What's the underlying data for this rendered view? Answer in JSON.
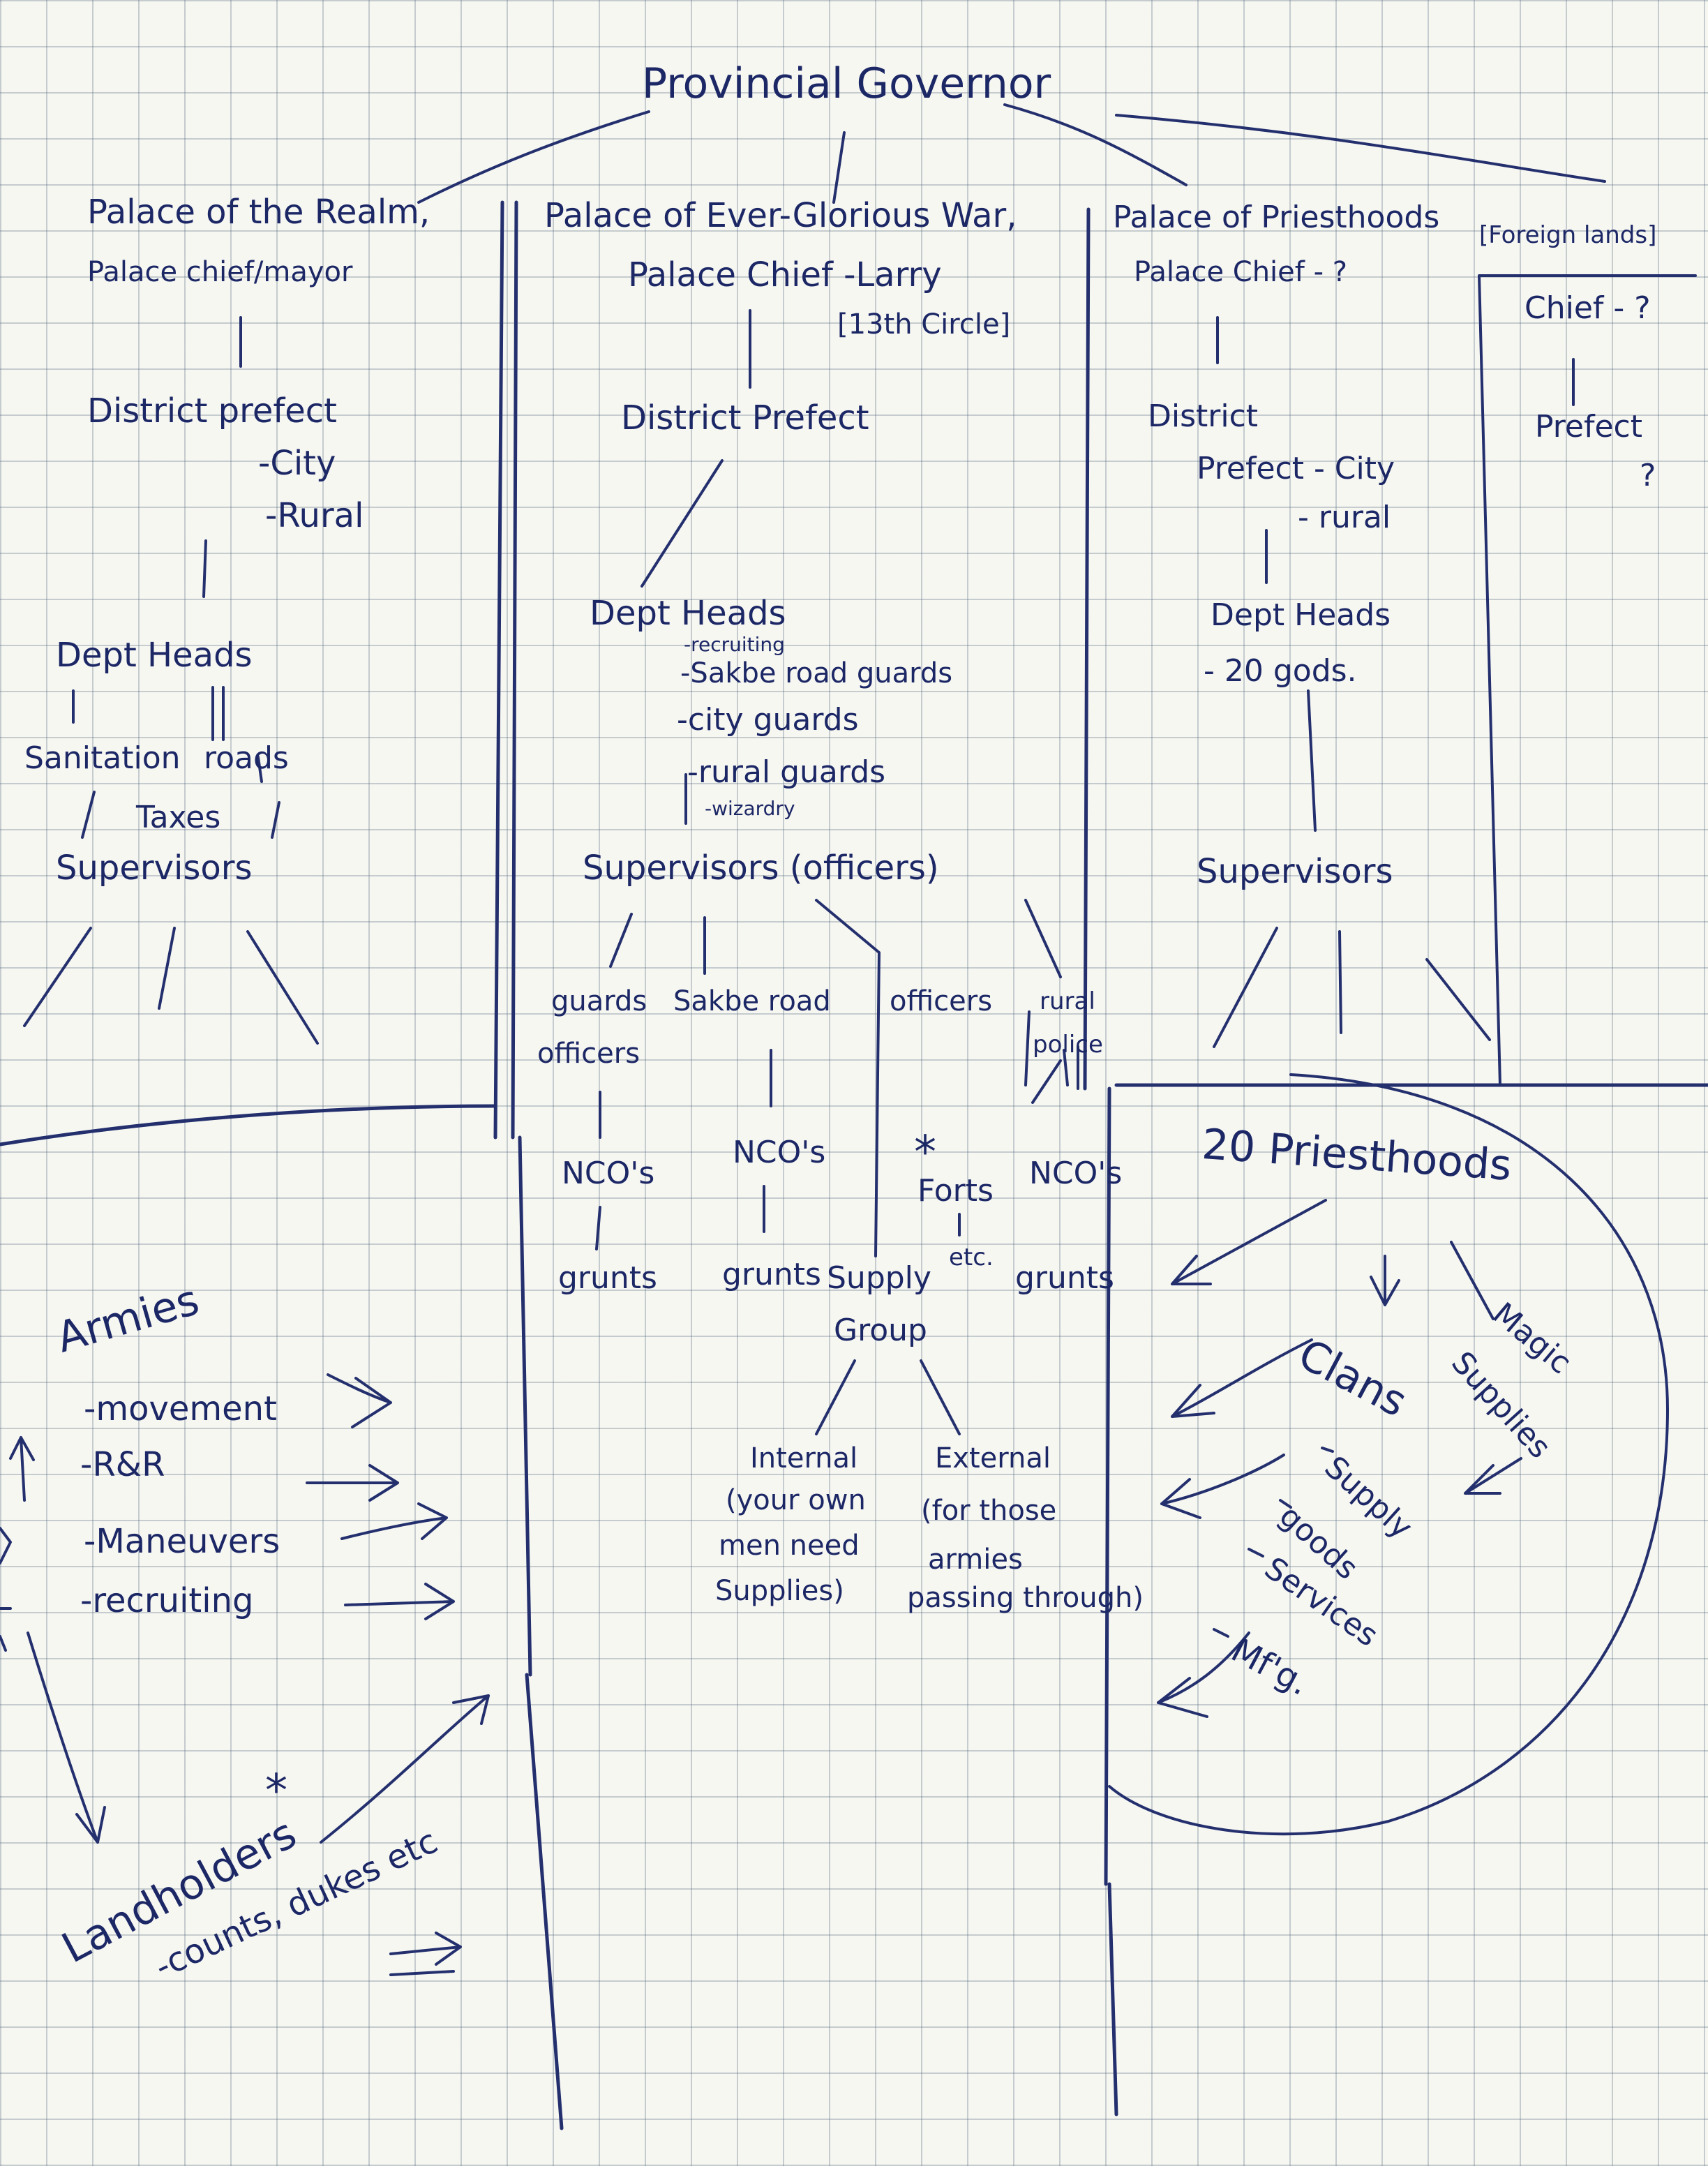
{
  "governor": "Provincial Governor",
  "realm": {
    "title": "Palace of the Realm,",
    "chief": "Palace chief/mayor",
    "prefect": "District prefect",
    "prefect_city": "-City",
    "prefect_rural": "-Rural",
    "dept_heads": "Dept Heads",
    "sanitation": "Sanitation",
    "roads": "roads",
    "taxes": "Taxes",
    "supervisors": "Supervisors"
  },
  "war": {
    "title": "Palace of Ever-Glorious War,",
    "chief": "Palace Chief -Larry",
    "circle": "[13th Circle]",
    "prefect": "District Prefect",
    "dept_heads": "Dept Heads",
    "depts": [
      "-recruiting",
      "-Sakbe road guards",
      "-city guards",
      "-rural guards",
      "-wizardry"
    ],
    "supervisors": "Supervisors (officers)",
    "guards_officers_1": "guards",
    "guards_officers_2": "officers",
    "sakbe_road": "Sakbe road",
    "officers": "officers",
    "rural_police_1": "rural",
    "rural_police_2": "police",
    "nco_1": "NCO's",
    "nco_2": "NCO's",
    "nco_3": "NCO's",
    "forts": "Forts",
    "forts_etc": "etc.",
    "star": "*",
    "grunts_1": "grunts",
    "grunts_2": "grunts",
    "grunts_3": "grunts",
    "supply_1": "Supply",
    "supply_2": "Group",
    "internal": [
      "Internal",
      "(your own",
      "men need",
      "Supplies)"
    ],
    "external": [
      "External",
      "(for those",
      "armies",
      "passing through)"
    ]
  },
  "priesthoods": {
    "title": "Palace of Priesthoods",
    "chief": "Palace Chief - ?",
    "prefect_1": "District",
    "prefect_2": "Prefect - City",
    "prefect_rural": "- rural",
    "dept_heads": "Dept Heads",
    "gods": "- 20 gods.",
    "supervisors": "Supervisors",
    "priesthoods_20": "20 Priesthoods",
    "clans": "Clans",
    "magic_supplies_1": "Magic",
    "magic_supplies_2": "Supplies",
    "supply": "Supply",
    "goods": "goods",
    "services": "Services",
    "mfg": "Mf'g."
  },
  "foreign": {
    "title": "[Foreign lands]",
    "chief": "Chief - ?",
    "prefect": "Prefect",
    "q": "?"
  },
  "armies": {
    "title": "Armies",
    "items": [
      "-movement",
      "-R&R",
      "-Maneuvers",
      "-recruiting"
    ]
  },
  "landholders": {
    "title": "Landholders",
    "sub": "-counts, dukes etc",
    "star": "*"
  }
}
